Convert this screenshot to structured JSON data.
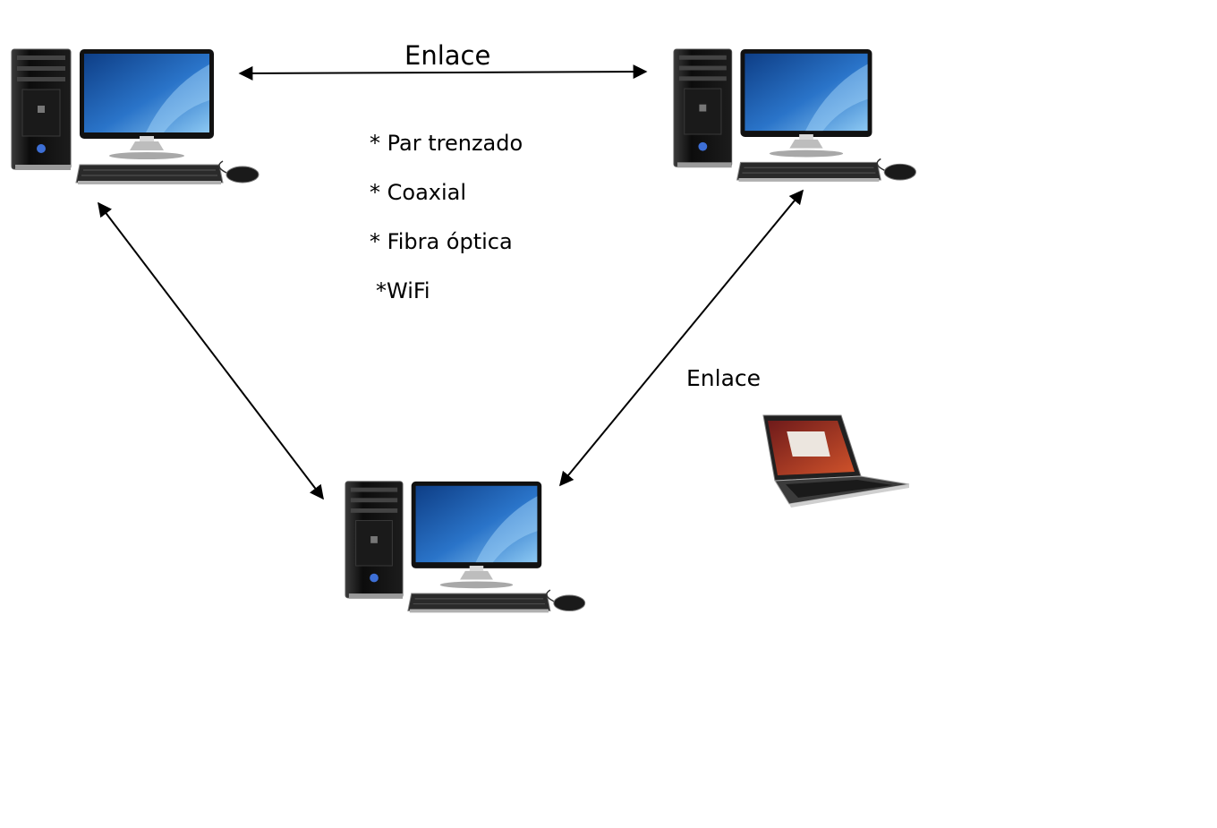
{
  "diagram": {
    "link_label_top": "Enlace",
    "link_label_right": "Enlace",
    "media_types": [
      "* Par trenzado",
      "* Coaxial",
      "* Fibra óptica",
      "*WiFi"
    ],
    "nodes": [
      {
        "type": "desktop-computer",
        "icon": "desktop-computer-icon"
      },
      {
        "type": "desktop-computer",
        "icon": "desktop-computer-icon"
      },
      {
        "type": "desktop-computer",
        "icon": "desktop-computer-icon"
      },
      {
        "type": "laptop",
        "icon": "laptop-icon"
      }
    ],
    "links": [
      {
        "from": 0,
        "to": 1,
        "bidirectional": true
      },
      {
        "from": 0,
        "to": 2,
        "bidirectional": true
      },
      {
        "from": 1,
        "to": 2,
        "bidirectional": true
      }
    ],
    "colors": {
      "screen": "#1f5fb0",
      "screen_light": "#6fb4ec",
      "case": "#111111",
      "keyboard": "#2a2a2a",
      "laptop_screen": "#b0341f",
      "arrow": "#000000"
    }
  }
}
